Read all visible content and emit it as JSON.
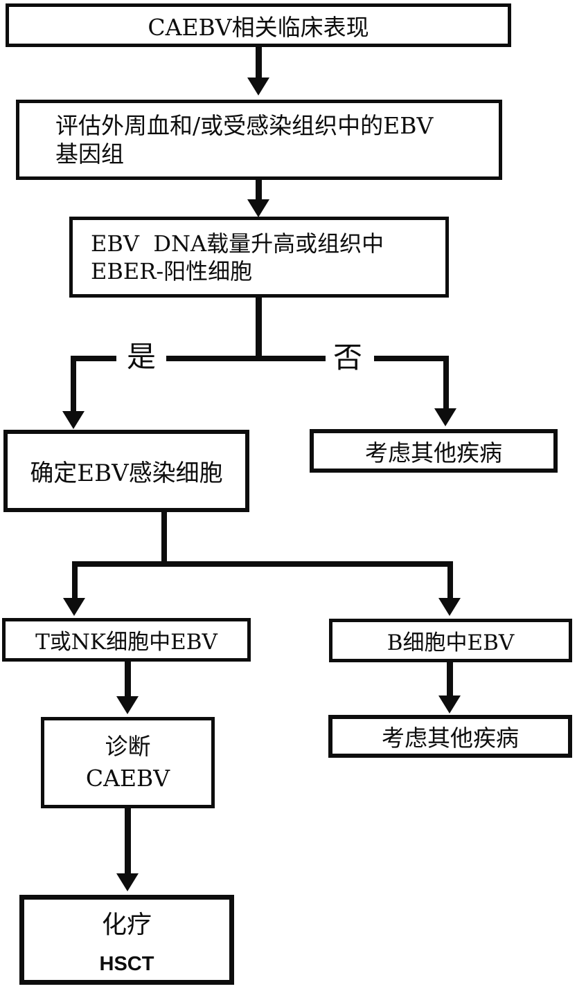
{
  "colors": {
    "ink": "#0d0d0d",
    "background": "#ffffff"
  },
  "nodes": {
    "clinical": "CAEBV相关临床表现",
    "assess": "评估外周血和/或受感染组织中的EBV\n基因组",
    "ebv_dna": "EBV  DNA载量升高或组织中\nEBER-阳性细胞",
    "confirm": "确定EBV感染细胞",
    "consider_other_1": "考虑其他疾病",
    "t_nk": "T或NK细胞中EBV",
    "b_cell": "B细胞中EBV",
    "diagnose": "诊断\nCAEBV",
    "consider_other_2": "考虑其他疾病",
    "treatment_line1": "化疗",
    "treatment_line2": "HSCT"
  },
  "edge_labels": {
    "yes": "是",
    "no": "否"
  }
}
